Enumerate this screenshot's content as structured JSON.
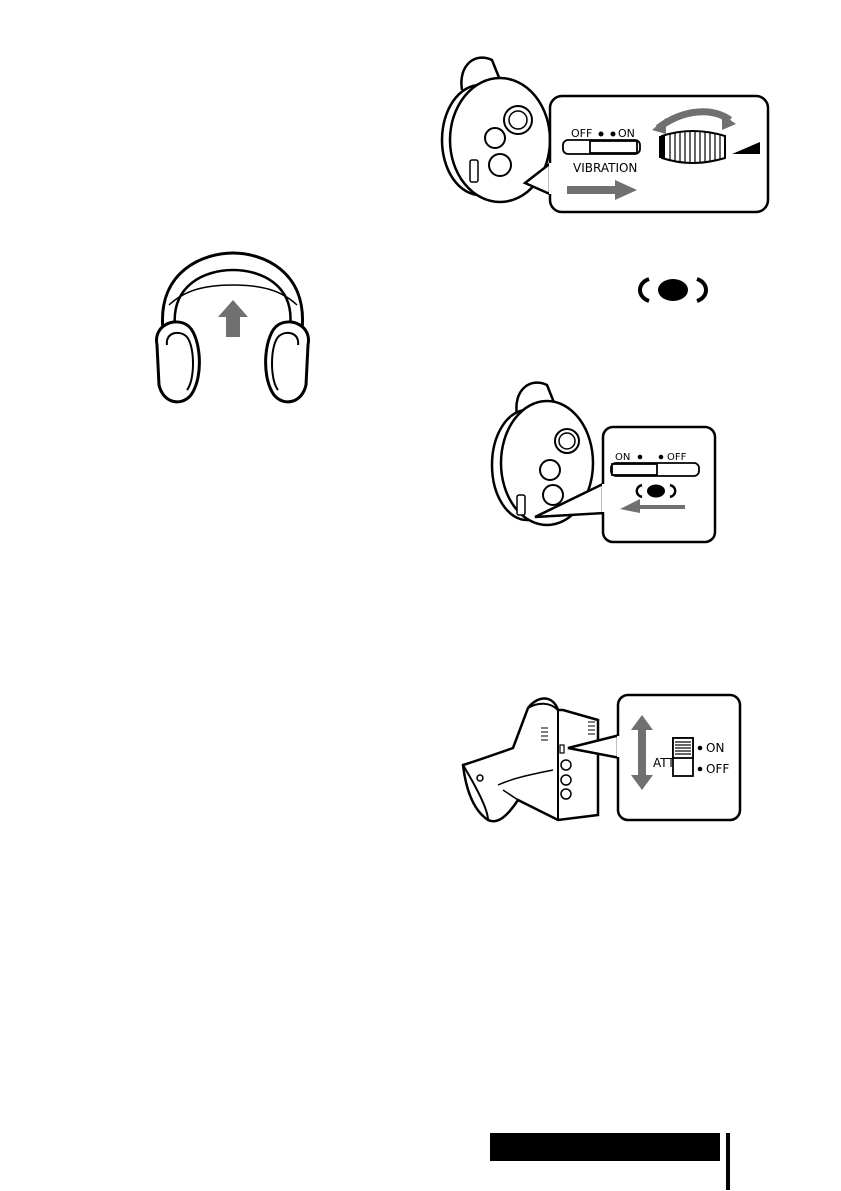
{
  "vibration_switch": {
    "off_label": "OFF",
    "on_label": "ON",
    "name_label": "VIBRATION"
  },
  "surround_switch": {
    "on_label": "ON",
    "off_label": "OFF"
  },
  "att_switch": {
    "name_label": "ATT",
    "on_label": "ON",
    "off_label": "OFF"
  },
  "colors": {
    "arrow_gray": "#707070",
    "ink": "#000000"
  }
}
